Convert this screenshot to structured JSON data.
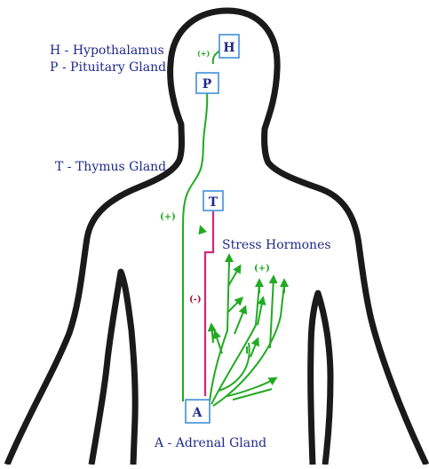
{
  "legend": {
    "hypothalamus": "H - Hypothalamus",
    "pituitary": "P - Pituitary Gland",
    "thymus": "T - Thymus Gland",
    "adrenal": "A - Adrenal Gland"
  },
  "boxes": {
    "h": "H",
    "p": "P",
    "t": "T",
    "a": "A"
  },
  "signs": {
    "hp_plus": "(+)",
    "pa_plus": "(+)",
    "stress_plus": "(+)",
    "at_minus": "(-)"
  },
  "stress_label": "Stress Hormones",
  "colors": {
    "outline": "#1a1a1a",
    "label_text": "#1f2a8a",
    "box_border": "#3f8fd8",
    "pathway_green": "#22aa22",
    "inhibit_red": "#cc2a77"
  }
}
